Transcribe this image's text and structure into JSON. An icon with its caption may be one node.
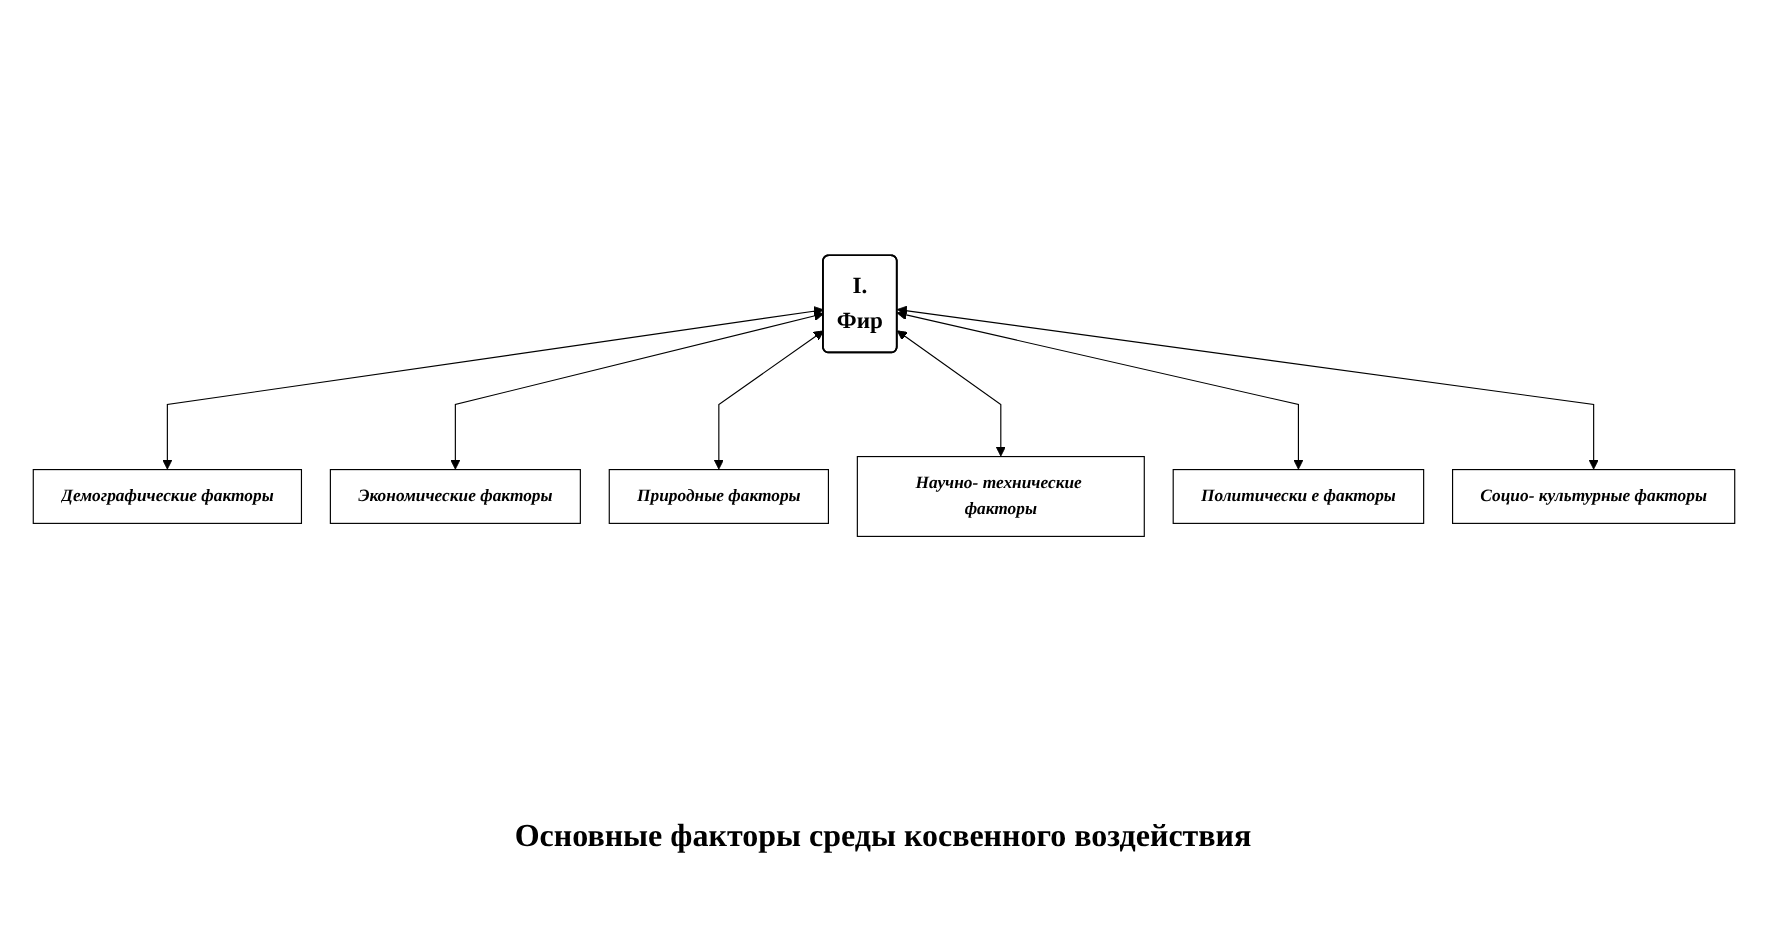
{
  "diagram": {
    "caption": "Основные факторы среды косвенного воздействия",
    "nodes": [
      {
        "text": [
          "Демографические факторы"
        ]
      },
      {
        "text": [
          "Экономические факторы"
        ]
      },
      {
        "text": [
          "Природные факторы"
        ]
      },
      {
        "text": [
          "Научно- технические факторы"
        ]
      },
      {
        "text": [
          "Политически е факторы"
        ]
      },
      {
        "text": [
          "Социо- культурные факторы"
        ]
      },
      {
        "text": [
          "I.",
          "Фир"
        ]
      }
    ],
    "edges": [
      {
        "from": 0,
        "to": 6,
        "arrow": "both"
      },
      {
        "from": 1,
        "to": 6,
        "arrow": "both"
      },
      {
        "from": 2,
        "to": 6,
        "arrow": "both"
      },
      {
        "from": 3,
        "to": 6,
        "arrow": "both"
      },
      {
        "from": 4,
        "to": 6,
        "arrow": "both"
      },
      {
        "from": 5,
        "to": 6,
        "arrow": "both"
      }
    ]
  }
}
